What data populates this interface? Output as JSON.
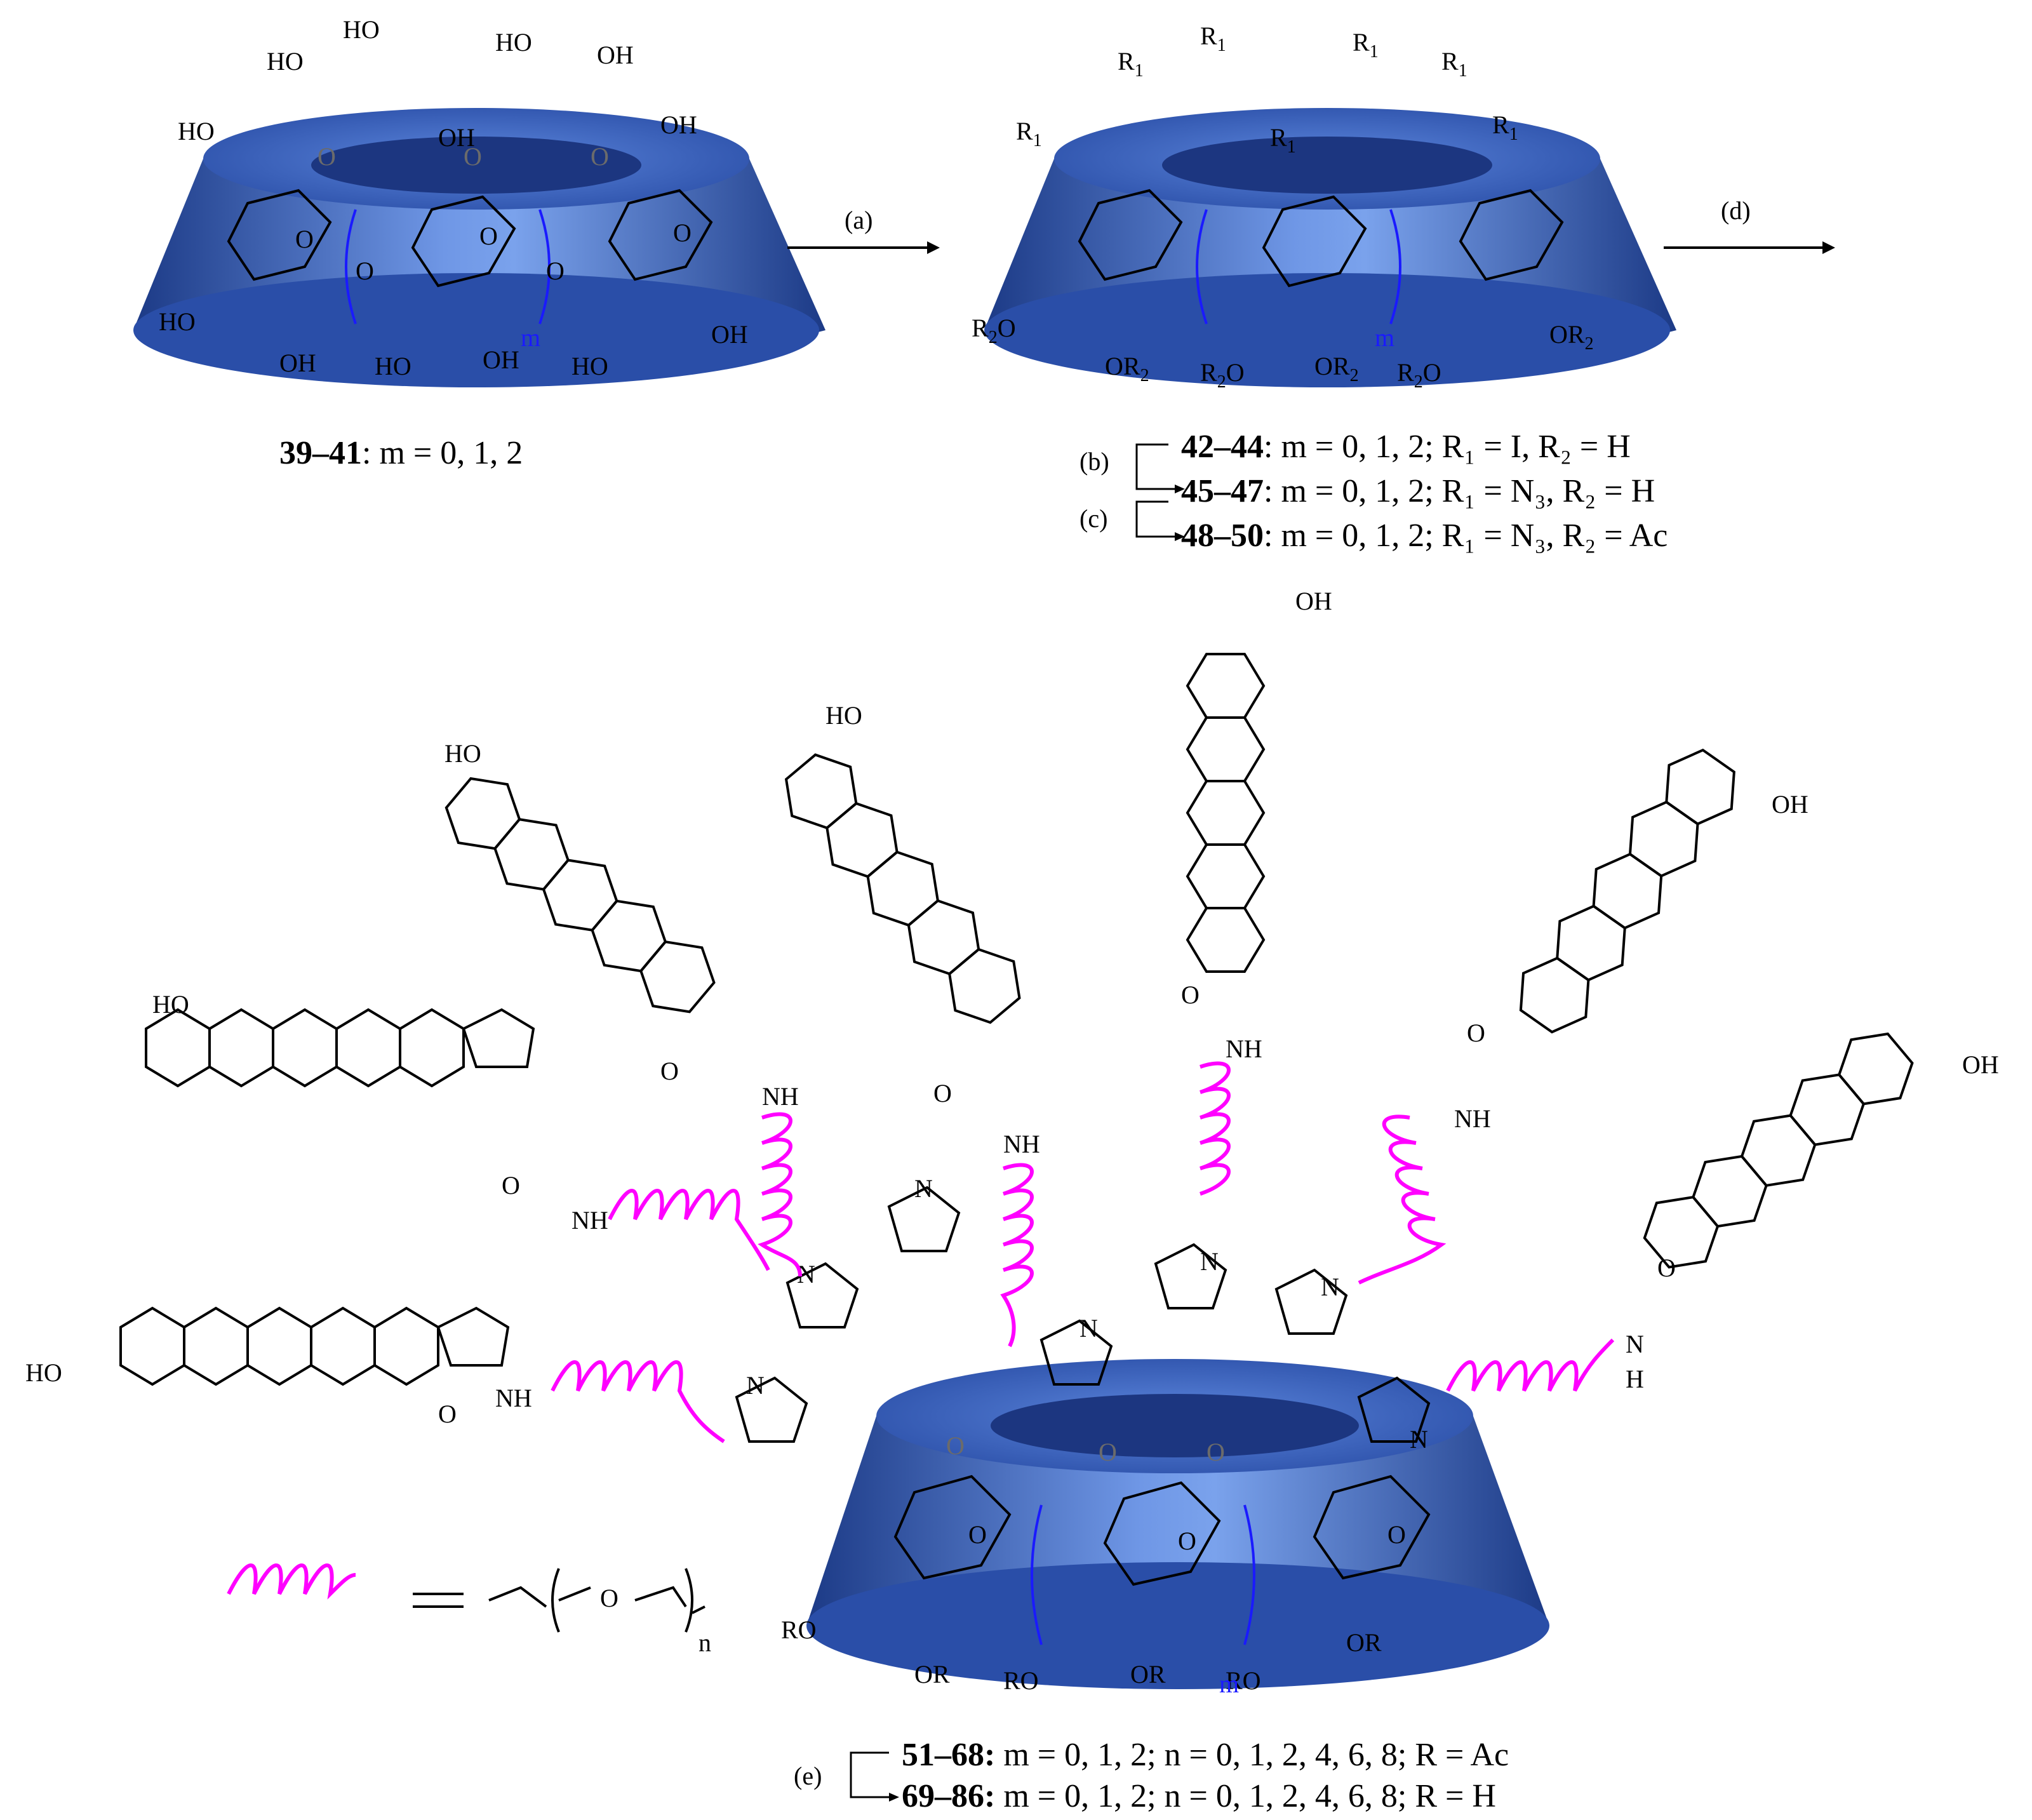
{
  "arrows": {
    "a": "(a)",
    "b": "(b)",
    "c": "(c)",
    "d": "(d)",
    "e": "(e)"
  },
  "compounds": {
    "c1": {
      "ids": "39–41",
      "desc": ": m = 0, 1, 2"
    },
    "c2": {
      "ids": "42–44",
      "desc": ": m = 0, 1, 2; R₁ = I, R₂ = H"
    },
    "c3": {
      "ids": "45–47",
      "desc": ": m = 0, 1, 2; R₁ = N₃, R₂ = H"
    },
    "c4": {
      "ids": "48–50",
      "desc": ": m = 0, 1, 2; R₁ = N₃, R₂ = Ac"
    },
    "c5": {
      "ids": "51–68:",
      "desc": " m = 0, 1, 2; n = 0, 1, 2, 4, 6, 8; R = Ac"
    },
    "c6": {
      "ids": "69–86:",
      "desc": " m = 0, 1, 2; n = 0, 1, 2, 4, 6, 8; R = H"
    }
  },
  "labels": {
    "oh": "OH",
    "ho": "HO",
    "o": "O",
    "m": "m",
    "n": "n",
    "r1": "R",
    "r1_sub": "1",
    "r2": "R",
    "r2_sub": "2",
    "or": "OR",
    "ro": "RO",
    "nh": "NH",
    "h": "H",
    "n_atom": "N",
    "equals": "="
  },
  "colors": {
    "cone_dark": "#1f3f8f",
    "cone_mid": "#3d6fd1",
    "cone_light": "#9bb9f0",
    "linker": "#ff00ff",
    "bracket": "#1a1aff"
  }
}
